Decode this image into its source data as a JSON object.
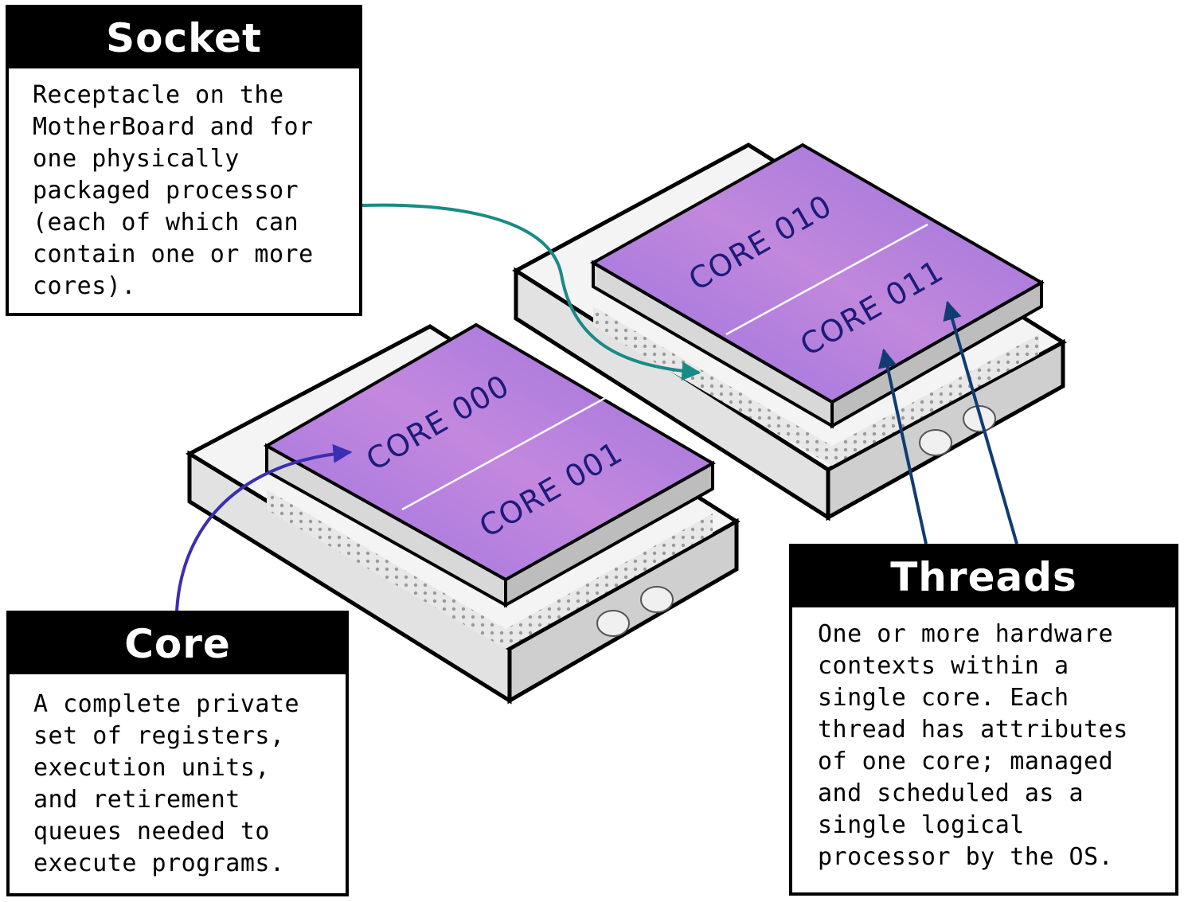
{
  "socket": {
    "title": "Socket",
    "text": "Receptacle on the\nMotherBoard and for\none physically\npackaged processor\n(each of which can\ncontain one or more\ncores)."
  },
  "core": {
    "title": "Core",
    "text": "A complete private\nset of registers,\nexecution units,\nand retirement\nqueues needed to\nexecute programs."
  },
  "threads": {
    "title": "Threads",
    "text": "One or more hardware\ncontexts within a\nsingle core. Each\nthread has attributes\nof one core; managed\nand scheduled as a\nsingle logical\nprocessor by the OS."
  },
  "cores": [
    "CORE 000",
    "CORE 001",
    "CORE 010",
    "CORE 011"
  ],
  "colors": {
    "chip_purple": "#a678d8",
    "chip_violet": "#b98ae0",
    "label_blue": "#1e1a7a",
    "socket_arrow": "#1a8a86",
    "core_arrow": "#3a2fb0",
    "threads_arrow": "#103c72"
  }
}
